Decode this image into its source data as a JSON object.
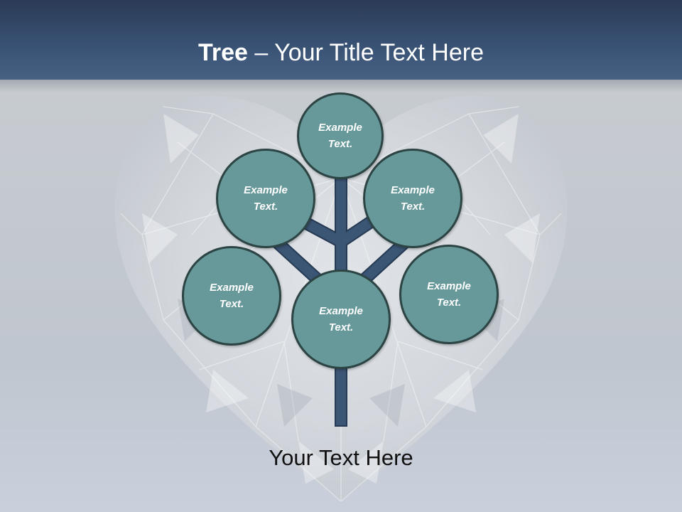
{
  "title": {
    "bold": "Tree",
    "rest": " – Your Title Text Here"
  },
  "nodes": [
    {
      "label": "Example Text."
    },
    {
      "label": "Example Text."
    },
    {
      "label": "Example Text."
    },
    {
      "label": "Example Text."
    },
    {
      "label": "Example Text."
    },
    {
      "label": "Example Text."
    }
  ],
  "caption": "Your Text Here",
  "colors": {
    "header": "#385173",
    "node_fill": "#67989a",
    "node_border": "#2c4444",
    "trunk": "#3b5575",
    "trunk_border": "#263a54"
  }
}
